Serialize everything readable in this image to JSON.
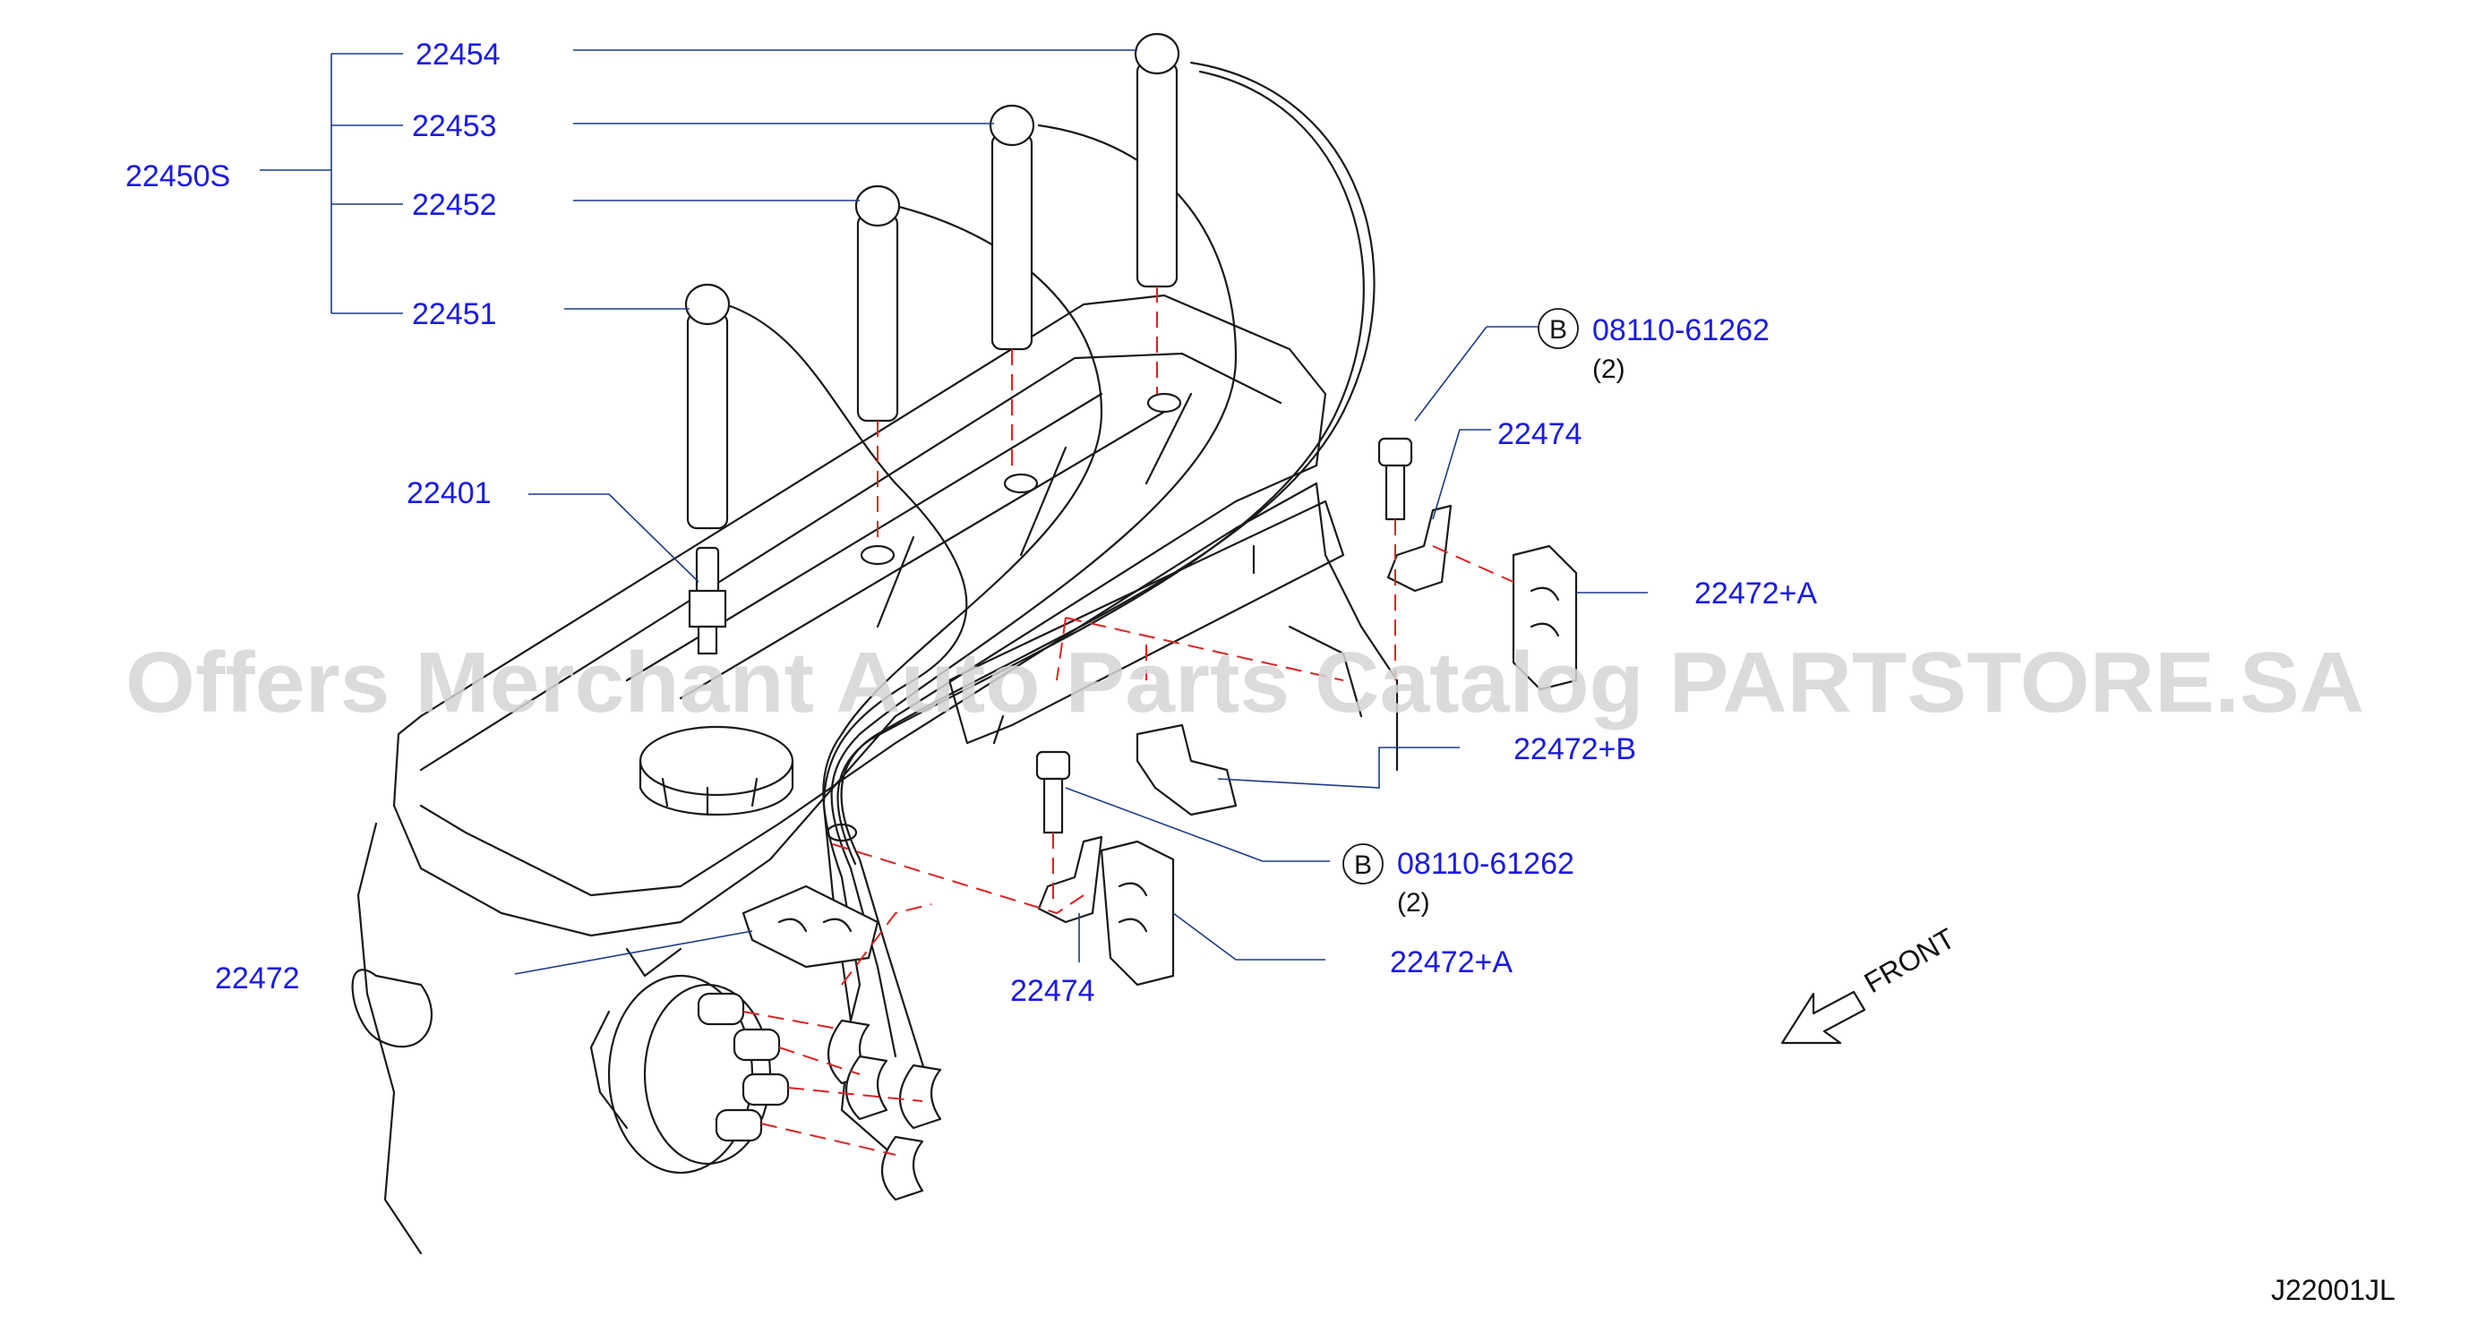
{
  "watermark": "Offers Merchant Auto Parts Catalog PARTSTORE.SA",
  "diagram_ref": "J22001JL",
  "front_label": "FRONT",
  "parts": {
    "p22450s": "22450S",
    "p22454": "22454",
    "p22453": "22453",
    "p22452": "22452",
    "p22451": "22451",
    "p22401": "22401",
    "p22474_top": "22474",
    "p22472a_top": "22472+A",
    "p22472b": "22472+B",
    "p22472": "22472",
    "p22474_bottom": "22474",
    "p22472a_bottom": "22472+A",
    "bolt_top": "08110-61262",
    "bolt_bottom": "08110-61262"
  },
  "bolt_marker": "B",
  "qty_top": "(2)",
  "qty_bottom": "(2)"
}
